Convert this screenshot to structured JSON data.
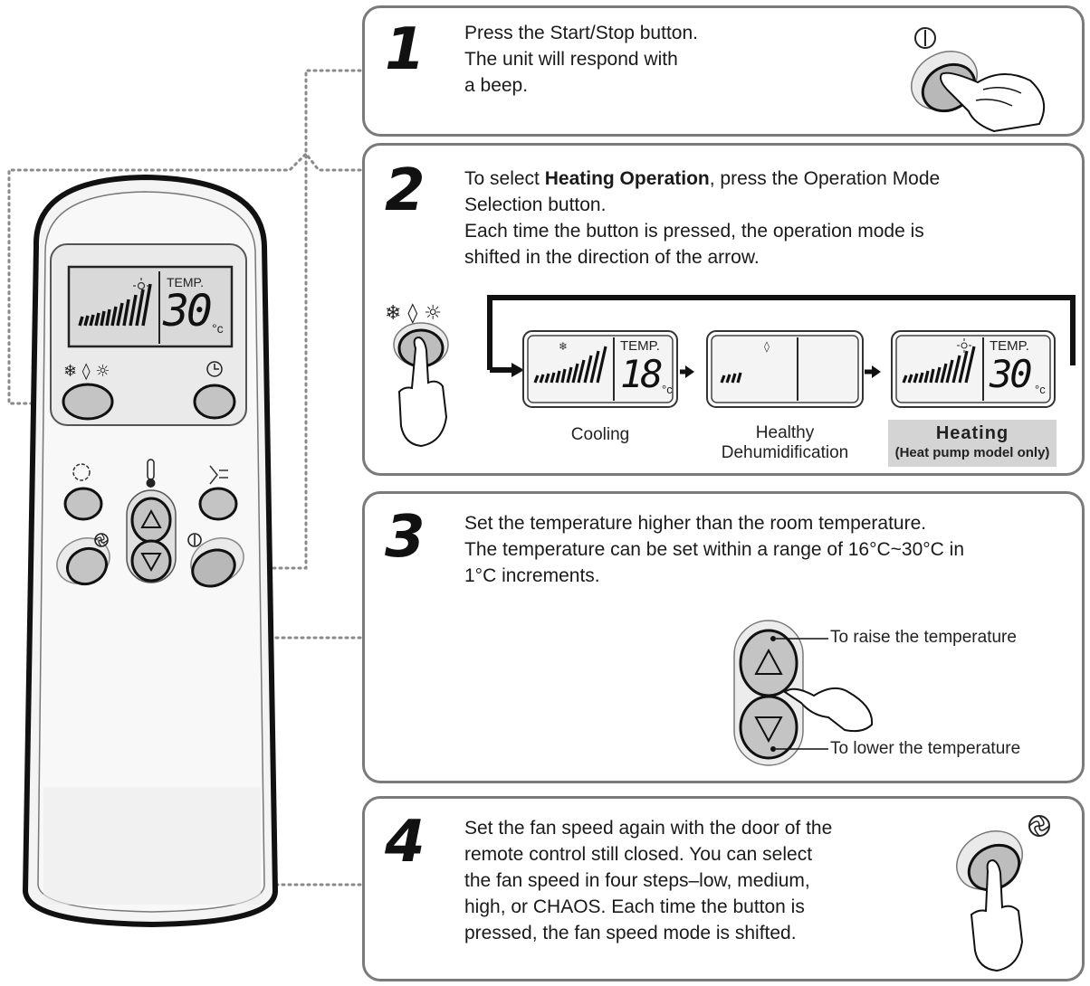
{
  "remote": {
    "lcd_temp_label": "TEMP.",
    "lcd_temp_value": "30",
    "lcd_unit": "°c"
  },
  "steps": [
    {
      "number": "1",
      "lines": [
        "Press the Start/Stop button.",
        "The unit will respond with",
        "a beep."
      ]
    },
    {
      "number": "2",
      "line1_prefix": "To select ",
      "line1_bold": "Heating Operation",
      "line1_suffix": ", press the Operation Mode",
      "lines_rest": [
        "Selection button.",
        "Each time the button is pressed, the operation mode is",
        "shifted in the direction of the arrow."
      ],
      "modes": [
        {
          "caption": "Cooling",
          "temp_label": "TEMP.",
          "temp_value": "18",
          "unit": "°c"
        },
        {
          "caption_line1": "Healthy",
          "caption_line2": "Dehumidification"
        },
        {
          "caption_line1": "Heating",
          "caption_line2": "(Heat pump model only)",
          "temp_label": "TEMP.",
          "temp_value": "30",
          "unit": "°c"
        }
      ]
    },
    {
      "number": "3",
      "lines": [
        "Set the temperature higher than the room temperature.",
        "The temperature can be set within a range of 16°C~30°C in",
        "1°C increments."
      ],
      "raise_label": "To raise the temperature",
      "lower_label": "To lower the temperature"
    },
    {
      "number": "4",
      "lines": [
        "Set the fan speed again with the door of the",
        "remote control still closed. You can select",
        "the fan speed in four steps–low, medium,",
        "high, or CHAOS. Each time the button is",
        "pressed, the fan speed mode is shifted."
      ]
    }
  ],
  "colors": {
    "border": "#7a7a7a",
    "button_fill": "#bdbdbd",
    "lcd_fill": "#d9d9d9",
    "highlight": "#d4d4d4"
  }
}
